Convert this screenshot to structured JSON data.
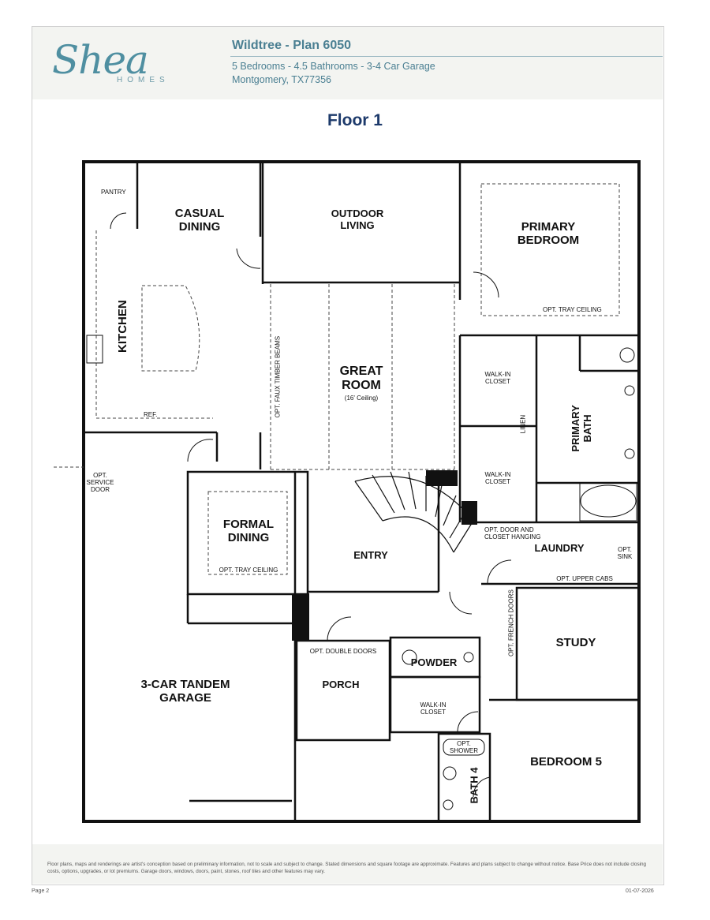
{
  "brand": {
    "script": "Shea",
    "sub": "HOMES"
  },
  "header": {
    "title": "Wildtree - Plan 6050",
    "line1": "5 Bedrooms - 4.5 Bathrooms - 3-4 Car Garage",
    "line2": "Montgomery, TX77356"
  },
  "floor_title": "Floor 1",
  "rooms": {
    "pantry": "PANTRY",
    "casual_dining": "CASUAL\nDINING",
    "kitchen": "KITCHEN",
    "ref": "REF.",
    "outdoor_living": "OUTDOOR\nLIVING",
    "primary_bedroom": "PRIMARY\nBEDROOM",
    "opt_tray_ceiling_primary": "OPT. TRAY CEILING",
    "great_room": "GREAT\nROOM",
    "great_room_note": "(16' Ceiling)",
    "opt_faux_beams": "OPT. FAUX TIMBER BEAMS",
    "walkin_closet_1": "WALK-IN\nCLOSET",
    "walkin_closet_2": "WALK-IN\nCLOSET",
    "linen": "LINEN",
    "primary_bath": "PRIMARY\nBATH",
    "opt_service_door": "OPT.\nSERVICE\nDOOR",
    "formal_dining": "FORMAL\nDINING",
    "opt_tray_ceiling_formal": "OPT. TRAY CEILING",
    "entry": "ENTRY",
    "opt_door_closet": "OPT. DOOR AND\nCLOSET HANGING",
    "laundry": "LAUNDRY",
    "opt_sink": "OPT.\nSINK",
    "opt_upper_cabs": "OPT. UPPER CABS",
    "opt_french_doors": "OPT. FRENCH DOORS",
    "study": "STUDY",
    "opt_double_doors": "OPT. DOUBLE DOORS",
    "powder": "POWDER",
    "garage": "3-CAR TANDEM\nGARAGE",
    "porch": "PORCH",
    "walkin_closet_3": "WALK-IN\nCLOSET",
    "opt_shower": "OPT.\nSHOWER",
    "bath4": "BATH 4",
    "bedroom5": "BEDROOM 5"
  },
  "footer": {
    "disclaimer": "Floor plans, maps and renderings are artist's conception based on preliminary information, not to scale and subject to change. Stated dimensions and square footage are approximate. Features and plans subject to change without notice. Base Price does not include closing costs, options, upgrades, or lot premiums. Garage doors, windows, doors, paint, stones, roof tiles and other features may vary.",
    "page": "Page 2",
    "date": "01-07-2026"
  },
  "colors": {
    "brand_teal": "#4a7f92",
    "title_navy": "#1d3a6b",
    "wall": "#111111"
  }
}
